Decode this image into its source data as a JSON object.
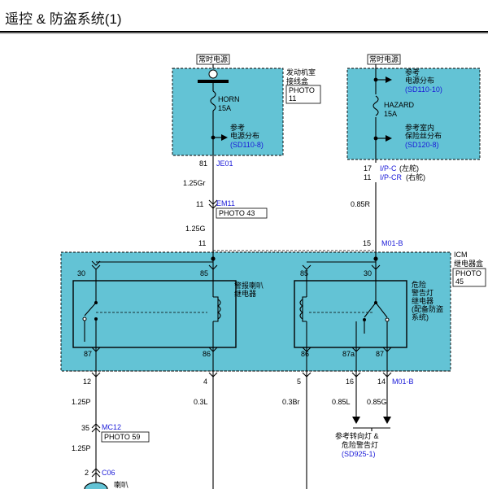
{
  "title": "遥控 & 防盗系统(1)",
  "fuse_box_left": {
    "source_label": "常时电源",
    "fuse_name": "HORN",
    "fuse_rating": "15A",
    "ref_label": "参考",
    "ref_text": "电源分布",
    "ref_code": "(SD110-8)",
    "box_name_1": "发动机室",
    "box_name_2": "接线盒",
    "photo_1": "PHOTO",
    "photo_2": "11",
    "pin": "81",
    "connector": "JE01"
  },
  "fuse_box_right": {
    "source_label": "常时电源",
    "ref1_label": "参考",
    "ref1_text": "电源分布",
    "ref1_code": "(SD110-10)",
    "fuse_name": "HAZARD",
    "fuse_rating": "15A",
    "ref2_label": "参考室内",
    "ref2_text": "保险丝分布",
    "ref2_code": "(SD120-8)",
    "pin_a": "17",
    "conn_a": "I/P-C",
    "conn_a_note": "(左舵)",
    "pin_b": "11",
    "conn_b": "I/P-CR",
    "conn_b_note": "(右舵)"
  },
  "wires": {
    "w1": "1.25Gr",
    "em11_pin": "11",
    "em11": "EM11",
    "em11_photo": "PHOTO 43",
    "w2": "1.25G",
    "w3": "0.85R",
    "icm_pin_left": "11",
    "icm_pin_right": "15",
    "icm_conn": "M01-B"
  },
  "icm": {
    "name_1": "ICM",
    "name_2": "继电器盒",
    "photo_1": "PHOTO",
    "photo_2": "45",
    "relay1_name_1": "警报喇叭",
    "relay1_name_2": "继电器",
    "relay2_name_1": "危险",
    "relay2_name_2": "警告灯",
    "relay2_name_3": "继电器",
    "relay2_name_4": "(配备防盗",
    "relay2_name_5": "系统)",
    "r1_pin_top_left": "30",
    "r1_pin_top_right": "85",
    "r1_pin_bot_left": "87",
    "r1_pin_bot_right": "86",
    "r2_pin_top_left": "85",
    "r2_pin_top_right": "30",
    "r2_pin_bot_1": "86",
    "r2_pin_bot_2": "87a",
    "r2_pin_bot_3": "87"
  },
  "outputs": {
    "p12": "12",
    "p4": "4",
    "p5": "5",
    "p16": "16",
    "p14": "14",
    "out_conn": "M01-B",
    "w12": "1.25P",
    "w4": "0.3L",
    "w5": "0.3Br",
    "w16": "0.85L",
    "w14": "0.85G",
    "mc12_pin": "35",
    "mc12": "MC12",
    "mc12_photo": "PHOTO 59",
    "w12b": "1.25P",
    "c06_pin": "2",
    "c06": "C06",
    "bottom_label": "喇叭",
    "ref_1": "参考转向灯 &",
    "ref_2": "危险警告灯",
    "ref_code": "(SD925-1)"
  }
}
